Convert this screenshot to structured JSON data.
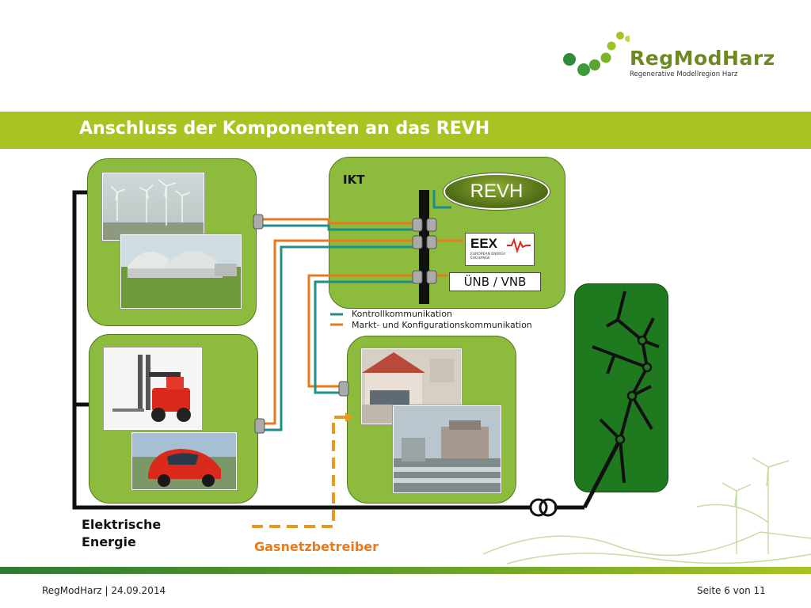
{
  "logo": {
    "name": "RegModHarz",
    "subtitle": "Regenerative Modellregion Harz"
  },
  "header": {
    "title": "Anschluss der Komponenten an das REVH"
  },
  "diagram": {
    "ikt_label": "IKT",
    "revh_label": "REVH",
    "eex_label": "EEX",
    "eex_subtitle": "EUROPEAN ENERGY EXCHANGE",
    "unb_label": "ÜNB / VNB",
    "legend": [
      {
        "label": "Kontrollkommunikation",
        "color": "#1f8f8a"
      },
      {
        "label": "Markt- und Konfigurationskommunikation",
        "color": "#e87a1e"
      }
    ],
    "electric_label_line1": "Elektrische",
    "electric_label_line2": "Energie",
    "gas_label": "Gasnetzbetreiber"
  },
  "colors": {
    "banner": "#a8c424",
    "box_green": "#8dbb3e",
    "grid_green": "#1f7a1f",
    "control": "#1f8f8a",
    "market": "#e87a1e"
  },
  "footer": {
    "left": "RegModHarz |  24.09.2014",
    "right": "Seite 6 von 11"
  }
}
